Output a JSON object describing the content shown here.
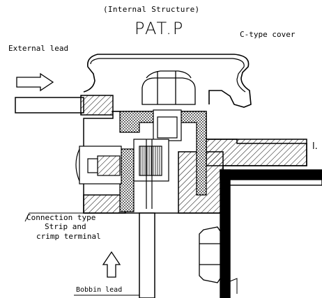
{
  "diagram": {
    "title": "(Internal Structure)",
    "patent_mark": "PAT.P",
    "labels": {
      "c_type_cover": "C-type cover",
      "external_lead": "External lead",
      "connection_line1": "Connection type",
      "connection_line2": "Strip and",
      "connection_line3": "crimp terminal",
      "bobbin_lead": "Bobbin lead"
    },
    "edge_fragment": "l."
  }
}
